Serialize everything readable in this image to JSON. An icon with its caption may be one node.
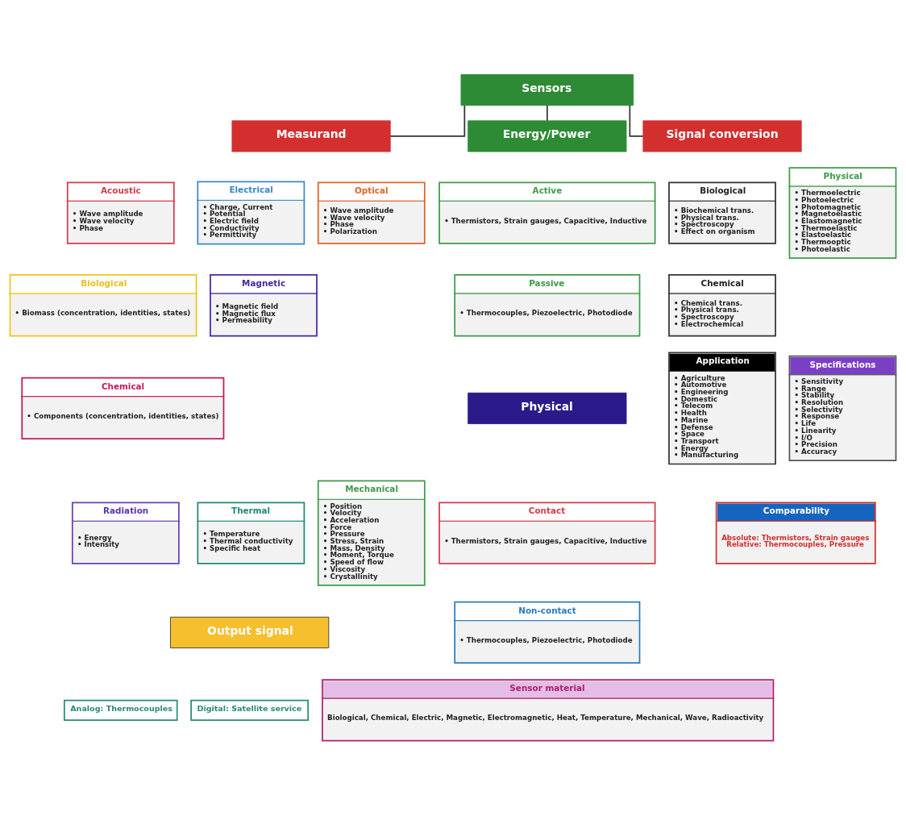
{
  "diagram": {
    "nodes": [
      {
        "text": [
          "Sensors"
        ]
      },
      {
        "text": [
          "Measurand"
        ]
      },
      {
        "text": [
          "Energy/Power"
        ]
      },
      {
        "text": [
          "Signal conversion"
        ]
      },
      {
        "text": [
          "Acoustic",
          "• Wave amplitude",
          "• Wave velocity",
          "• Phase"
        ]
      },
      {
        "text": [
          "Biological",
          "• Biomass (concentration, identities, states)"
        ]
      },
      {
        "text": [
          "Chemical",
          "• Components (concentration, identities, states)"
        ]
      },
      {
        "text": [
          "Radiation",
          "• Energy",
          "• Intensity"
        ]
      },
      {
        "text": [
          "Electrical",
          "• Charge, Current",
          "• Potential",
          "• Electric field",
          "• Conductivity",
          "• Permittivity"
        ]
      },
      {
        "text": [
          "Magnetic",
          "• Magnetic field",
          "• Magnetic flux",
          "• Permeability"
        ]
      },
      {
        "text": [
          "Thermal",
          "• Temperature",
          "• Thermal conductivity",
          "• Specific heat"
        ]
      },
      {
        "text": [
          "Optical",
          "• Wave amplitude",
          "• Wave velocity",
          "• Phase",
          "• Polarization"
        ]
      },
      {
        "text": [
          "Mechanical",
          "• Position",
          "• Velocity",
          "• Acceleration",
          "• Force",
          "• Pressure",
          "• Stress, Strain",
          "• Mass, Density",
          "• Moment, Torque",
          "• Speed of flow",
          "• Viscosity",
          "• Crystallinity"
        ]
      },
      {
        "text": [
          "Output signal"
        ]
      },
      {
        "text": [
          "Analog: Thermocouples"
        ]
      },
      {
        "text": [
          "Digital: Satellite service"
        ]
      },
      {
        "text": [
          "Active",
          "• Thermistors, Strain gauges, Capacitive, Inductive"
        ]
      },
      {
        "text": [
          "Passive",
          "• Thermocouples, Piezoelectric, Photodiode"
        ]
      },
      {
        "text": [
          "Physical"
        ]
      },
      {
        "text": [
          "Contact",
          "• Thermistors, Strain gauges, Capacitive, Inductive"
        ]
      },
      {
        "text": [
          "Non-contact",
          "• Thermocouples, Piezoelectric, Photodiode"
        ]
      },
      {
        "text": [
          "Sensor material",
          "Biological, Chemical, Electric, Magnetic, Electromagnetic, Heat, Temperature, Mechanical, Wave, Radioactivity"
        ]
      },
      {
        "text": [
          "Biological",
          "• Biochemical trans.",
          "• Physical trans.",
          "• Spectroscopy",
          "• Effect on organism"
        ]
      },
      {
        "text": [
          "Chemical",
          "• Chemical trans.",
          "• Physical trans.",
          "• Spectroscopy",
          "• Electrochemical"
        ]
      },
      {
        "text": [
          "Physical",
          "• Thermoelectric",
          "• Photoelectric",
          "• Photomagnetic",
          "• Magnetoelastic",
          "• Elastomagnetic",
          "• Thermoelastic",
          "• Elastoelastic",
          "• Thermooptic",
          "• Photoelastic"
        ]
      },
      {
        "text": [
          "Application",
          "• Agriculture",
          "• Automotive",
          "• Engineering",
          "• Domestic",
          "• Telecom",
          "• Health",
          "• Marine",
          "• Defense",
          "• Space",
          "• Transport",
          "• Energy",
          "• Manufacturing"
        ]
      },
      {
        "text": [
          "Specifications",
          "• Sensitivity",
          "• Range",
          "• Stability",
          "• Resolution",
          "• Selectivity",
          "• Response",
          "• Life",
          "• Linearity",
          "• I/O",
          "• Precision",
          "• Accuracy"
        ]
      },
      {
        "text": [
          "Comparability",
          "Absolute: Thermistors, Strain gauges",
          "Relative: Thermocouples, Pressure"
        ]
      }
    ],
    "edges": [
      {
        "from": 0,
        "to": 1,
        "arrow": "none"
      },
      {
        "from": 0,
        "to": 2,
        "arrow": "none"
      },
      {
        "from": 0,
        "to": 3,
        "arrow": "none"
      }
    ]
  }
}
